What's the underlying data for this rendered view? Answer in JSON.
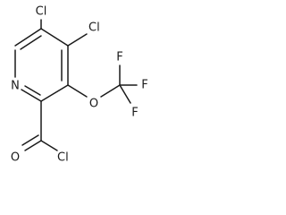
{
  "molecule": {
    "atoms": {
      "cl_top": "Cl",
      "cl_right": "Cl",
      "n_ring": "N",
      "o_ether": "O",
      "f_top": "F",
      "f_right": "F",
      "f_bottom": "F",
      "o_carbonyl": "O",
      "cl_acyl": "Cl"
    }
  }
}
